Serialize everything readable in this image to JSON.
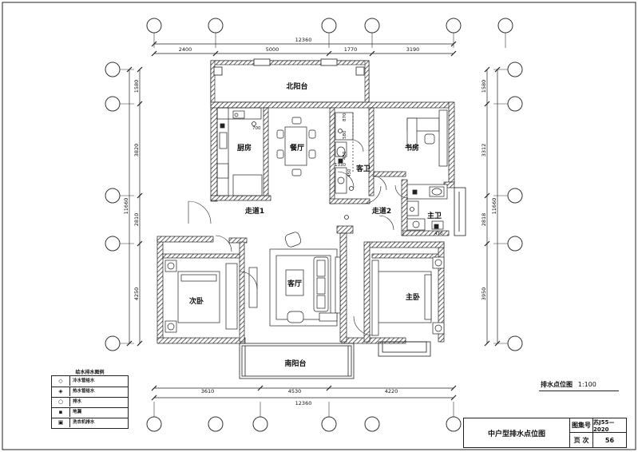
{
  "dimensions": {
    "top_total": "12360",
    "top_segments": [
      "2400",
      "5000",
      "1770",
      "3190"
    ],
    "bottom_total": "12360",
    "bottom_segments": [
      "3610",
      "4530",
      "4220"
    ],
    "left_total": "11660",
    "left_segments": [
      "1580",
      "3820",
      "2810",
      "4250"
    ],
    "right_total": "11660",
    "right_segments": [
      "1580",
      "3312",
      "2818",
      "3950"
    ]
  },
  "rooms": {
    "north_balcony": "北阳台",
    "kitchen": "厨房",
    "dining": "餐厅",
    "guest_bath": "客卫",
    "study": "书房",
    "hallway1": "走道1",
    "hallway2": "走道2",
    "master_bath": "主卫",
    "second_bedroom": "次卧",
    "living_room": "客厅",
    "master_bedroom": "主卧",
    "south_balcony": "南阳台"
  },
  "small_labels": {
    "d700": "700",
    "d870": "870",
    "d580": "580",
    "d450a": "450",
    "d450b": "450",
    "d1330": "1330",
    "d470": "470"
  },
  "legend": {
    "title": "给水排水图例",
    "items": [
      {
        "symbol": "◇",
        "label": "冷水管给水"
      },
      {
        "symbol": "◈",
        "label": "热水管给水"
      },
      {
        "symbol": "○",
        "label": "排水"
      },
      {
        "symbol": "▪",
        "label": "地漏"
      },
      {
        "symbol": "▣",
        "label": "洗衣机排水"
      }
    ]
  },
  "plan_title": "排水点位图",
  "plan_scale": "1:100",
  "title_block": {
    "drawing_name": "中户型排水点位图",
    "atlas_label": "图集号",
    "atlas_value": "苏J55—2020",
    "page_label": "页    次",
    "page_value": "56"
  }
}
